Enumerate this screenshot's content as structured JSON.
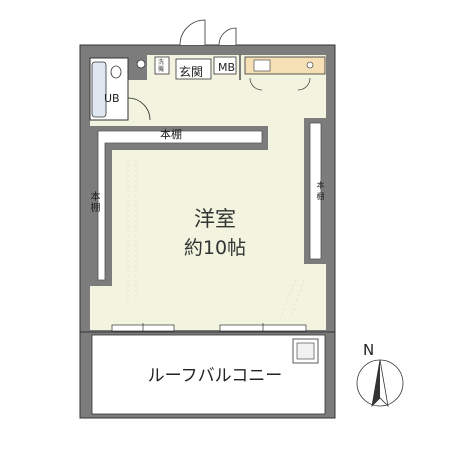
{
  "plan": {
    "room": {
      "name": "洋室",
      "size": "約10帖"
    },
    "shelves": {
      "top": "本棚",
      "left": "本棚",
      "right": "本棚"
    },
    "unit_bath": "UB",
    "entrance": "玄関",
    "meter_box": "MB",
    "washer_mark": "洗機",
    "balcony": "ルーフバルコニー",
    "compass": {
      "north": "N"
    },
    "colors": {
      "wall": "#7c7c7c",
      "floor": "#f2f4df",
      "balcony_floor": "#ffffff",
      "counter": "#f6e0b6",
      "outline": "#333333"
    }
  }
}
